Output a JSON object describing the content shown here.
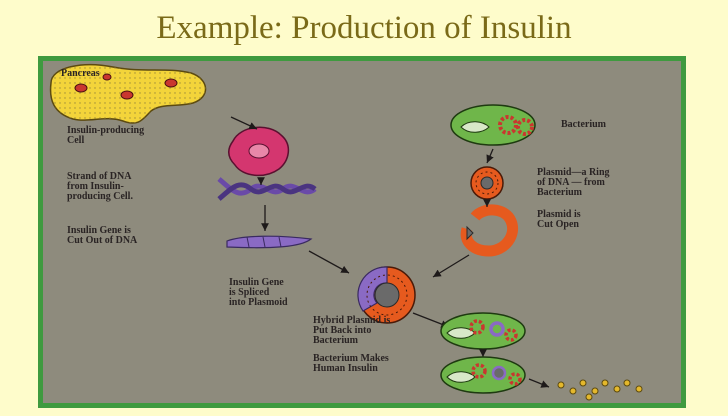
{
  "slide": {
    "title": "Example: Production of Insulin"
  },
  "labels": {
    "pancreas": "Pancreas",
    "insulin_cell": [
      "Insulin-producing",
      "Cell"
    ],
    "dna_strand": [
      "Strand of DNA",
      "from Insulin-",
      "producing Cell."
    ],
    "gene_cut": [
      "Insulin Gene is",
      "Cut Out of DNA"
    ],
    "gene_spliced": [
      "Insulin Gene",
      "is Spliced",
      "into Plasmoid"
    ],
    "bacterium": "Bacterium",
    "plasmid_ring": [
      "Plasmid—a Ring",
      "of DNA — from",
      "Bacterium"
    ],
    "plasmid_open": [
      "Plasmid is",
      "Cut Open"
    ],
    "hybrid_back": [
      "Hybrid Plasmid is",
      "Put Back into",
      "Bacterium"
    ],
    "makes_insulin": [
      "Bacterium Makes",
      "Human Insulin"
    ]
  },
  "colors": {
    "slide_background": "#fefccb",
    "title_text": "#7a6a18",
    "panel_border": "#3f9a3f",
    "panel_background": "#8e8b7d",
    "pancreas": "#f3d43a",
    "insulin_cell": "#d4366f",
    "dna": "#6a4aa8",
    "bacterium": "#6fb64a",
    "plasmid": "#e65a1e",
    "insulin_product": "#e4b82c"
  }
}
